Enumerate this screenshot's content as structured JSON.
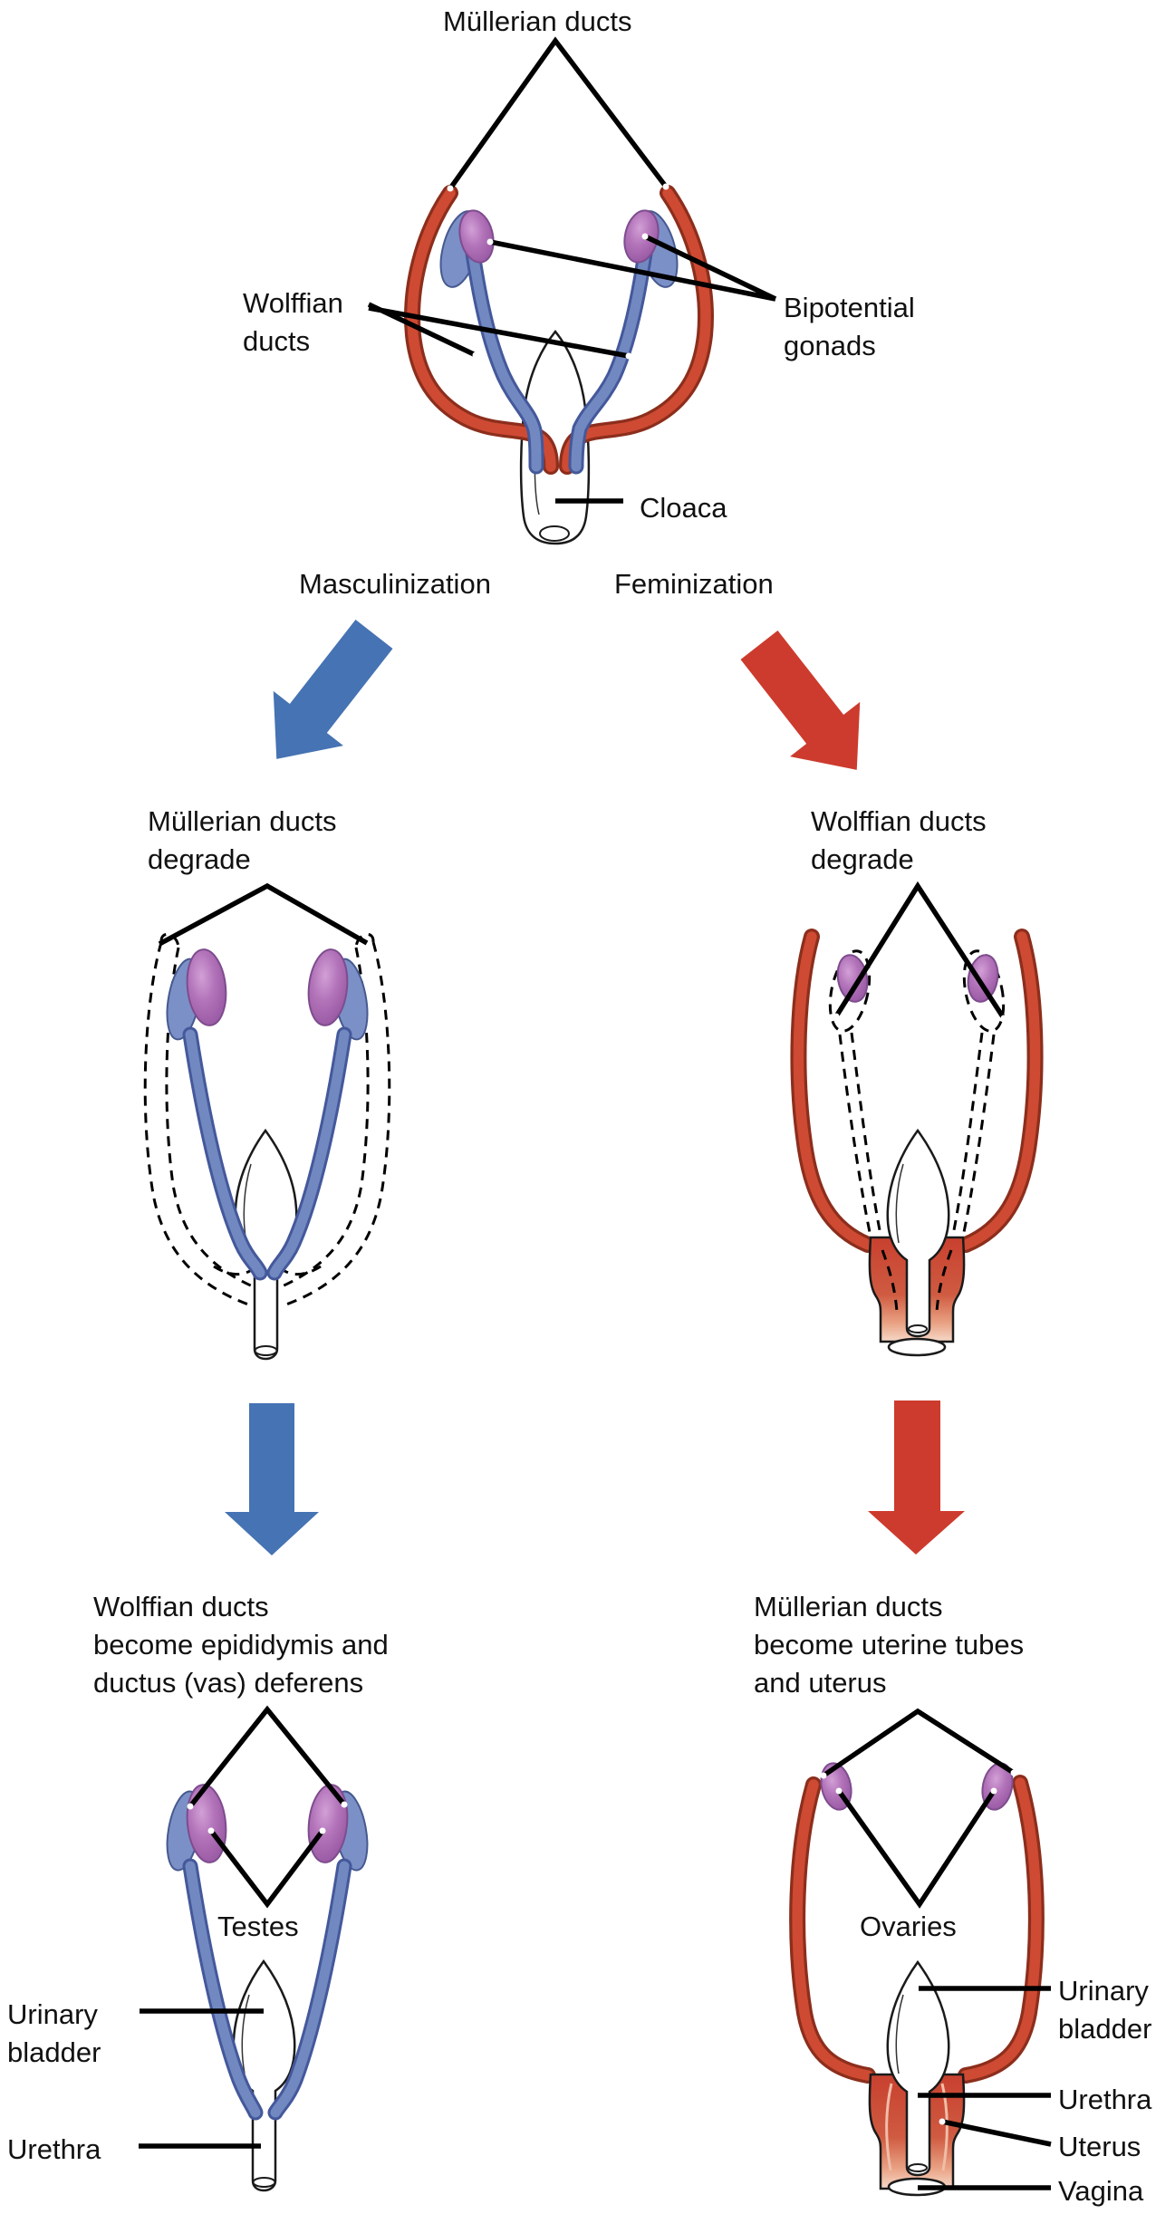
{
  "figure": {
    "stage1": {
      "muellerian_ducts": "Müllerian ducts",
      "wolffian_ducts": "Wolffian\nducts",
      "bipotential_gonads": "Bipotential\ngonads",
      "cloaca": "Cloaca",
      "masculinization": "Masculinization",
      "feminization": "Feminization"
    },
    "stage2": {
      "male_caption": "Müllerian ducts\ndegrade",
      "female_caption": "Wolffian ducts\ndegrade"
    },
    "stage3": {
      "male_caption": "Wolffian ducts\nbecome epididymis and\nductus (vas) deferens",
      "male_gonads": "Testes",
      "male_bladder": "Urinary\nbladder",
      "male_urethra": "Urethra",
      "female_caption": "Müllerian ducts\nbecome uterine tubes\nand uterus",
      "female_gonads": "Ovaries",
      "female_bladder": "Urinary\nbladder",
      "female_urethra": "Urethra",
      "female_uterus": "Uterus",
      "female_vagina": "Vagina"
    },
    "colors": {
      "muellerian_red": "#cc3b2d",
      "wolffian_blue": "#4573b3",
      "gonad_purple": "#b070b8"
    }
  }
}
